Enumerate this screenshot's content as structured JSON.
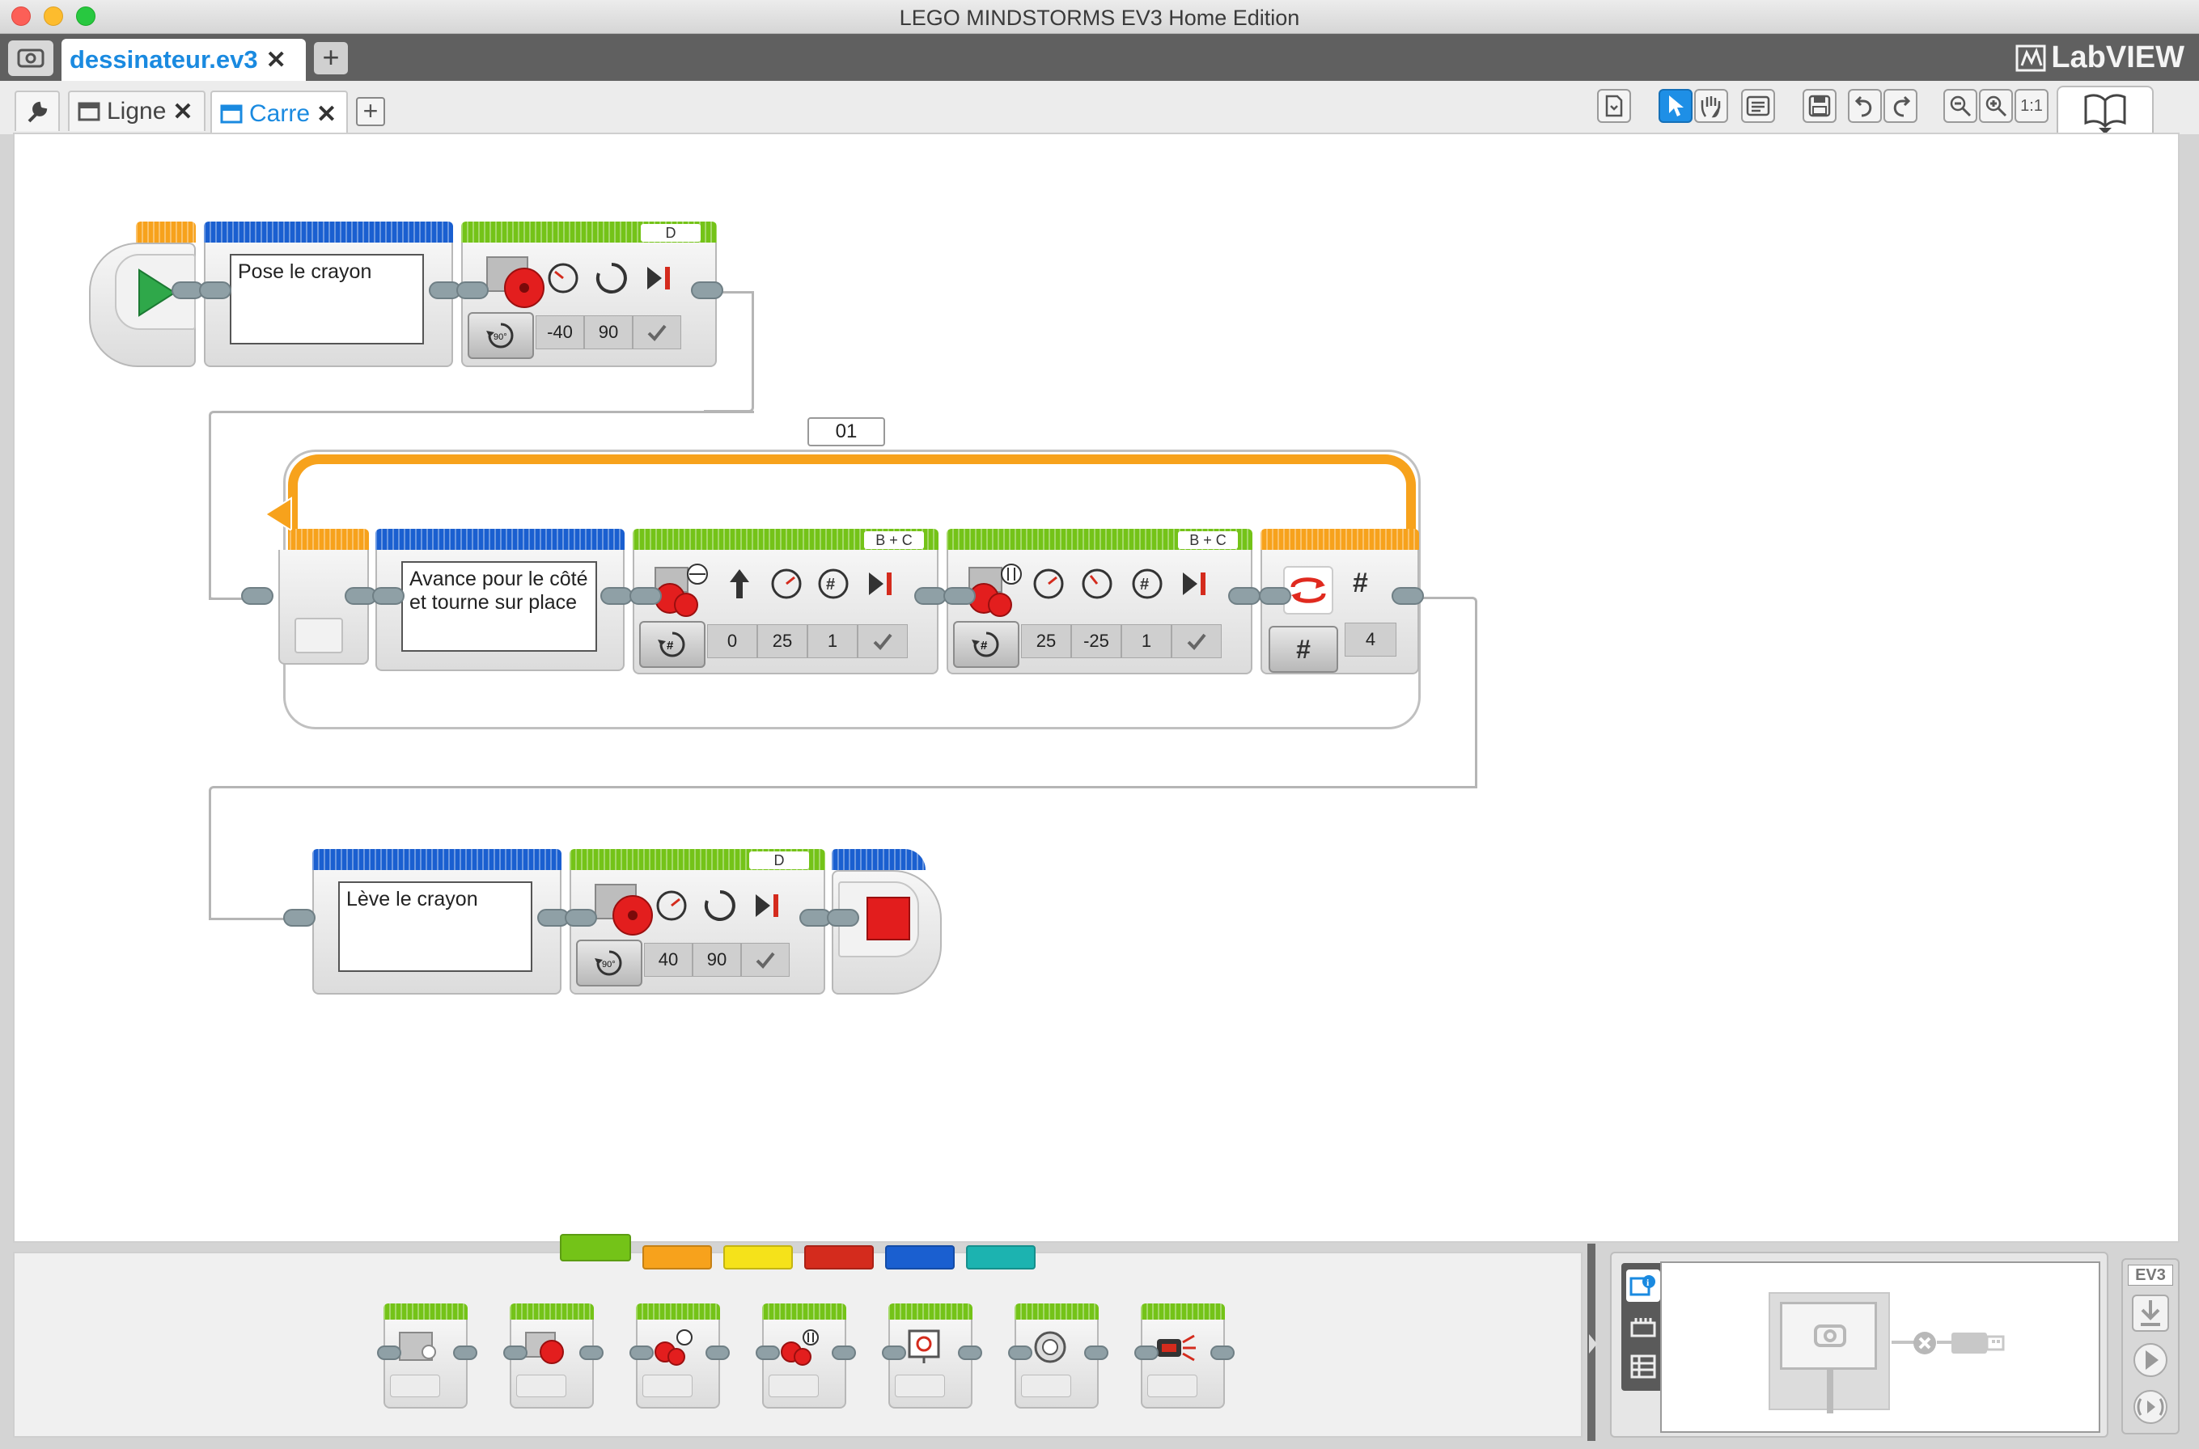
{
  "window": {
    "title": "LEGO MINDSTORMS EV3 Home Edition"
  },
  "project_tab": {
    "label": "dessinateur.ev3",
    "close": "✕",
    "add": "+"
  },
  "brand": "LabVIEW",
  "program_tabs": [
    {
      "label": "Ligne",
      "close": "✕"
    },
    {
      "label": "Carre",
      "close": "✕"
    }
  ],
  "program_add": "+",
  "toolbar": {
    "zoom_reset": "1:1"
  },
  "sequence1": {
    "comment": "Pose le crayon",
    "motor": {
      "port": "D",
      "params": [
        "-40",
        "90"
      ],
      "mode": "90°"
    }
  },
  "loop": {
    "name": "01",
    "comment": "Avance pour le côté et tourne sur place",
    "steering": {
      "port": "B + C",
      "params": [
        "0",
        "25",
        "1"
      ]
    },
    "tank": {
      "port": "B + C",
      "params": [
        "25",
        "-25",
        "1"
      ]
    },
    "count": "4",
    "count_symbol": "#"
  },
  "sequence3": {
    "comment": "Lève le crayon",
    "motor": {
      "port": "D",
      "params": [
        "40",
        "90"
      ],
      "mode": "90°"
    }
  },
  "hardware": {
    "tag": "EV3"
  },
  "colors": {
    "action": "#74c318",
    "flow": "#f7a21c",
    "advanced": "#1a5fd0",
    "loop_border": "#f7a21c"
  },
  "palette_categories": [
    "action",
    "flow",
    "sensor",
    "data",
    "advanced",
    "myblocks"
  ],
  "palette_blocks": [
    "medium-motor",
    "large-motor",
    "move-steering",
    "move-tank",
    "display",
    "sound",
    "brick-status-light"
  ]
}
